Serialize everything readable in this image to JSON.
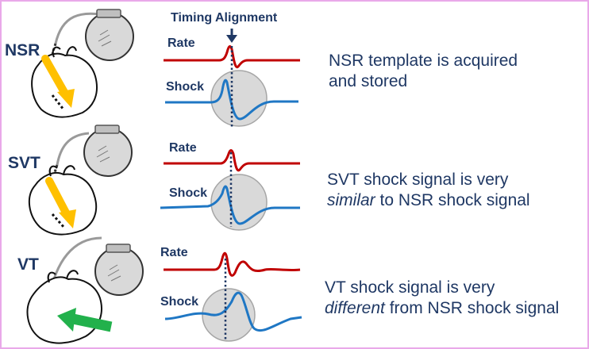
{
  "header": {
    "timing_label": "Timing Alignment"
  },
  "signal_labels": {
    "rate": "Rate",
    "shock": "Shock"
  },
  "rows": [
    {
      "id": "nsr",
      "label": "NSR",
      "description_parts": [
        "NSR template is acquired",
        " and stored"
      ]
    },
    {
      "id": "svt",
      "label": "SVT",
      "description_parts": [
        "SVT shock signal is very ",
        "similar",
        " to NSR shock signal"
      ]
    },
    {
      "id": "vt",
      "label": "VT",
      "description_parts": [
        "VT shock signal is very ",
        "different",
        " from NSR shock signal"
      ]
    }
  ],
  "colors": {
    "rate": "#c00000",
    "shock": "#1f77c4",
    "text": "#1f3864",
    "svt_nsr_arrow": "#ffc000",
    "vt_arrow": "#22b14c",
    "circle": "#d9d9d9",
    "border": "#e9a9e9"
  },
  "icons": [
    "pacemaker-icon",
    "heart-icon",
    "yellow-arrow-icon",
    "green-arrow-icon",
    "timing-arrow-icon"
  ]
}
